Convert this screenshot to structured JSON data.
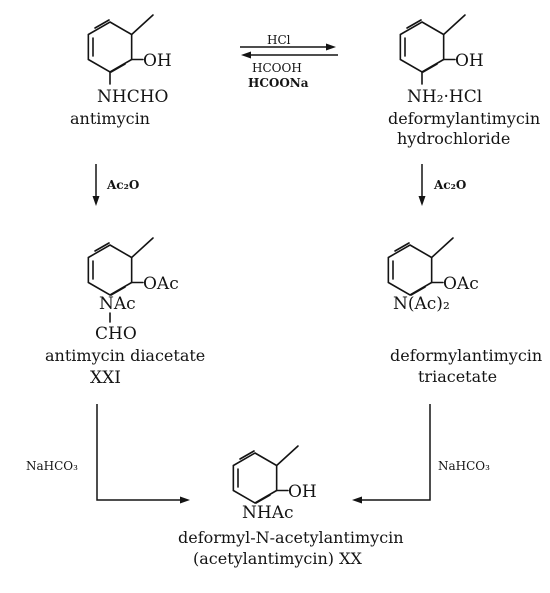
{
  "compounds": {
    "antimycin": {
      "oh": "OH",
      "n_group": "NHCHO",
      "name": "antimycin"
    },
    "hydrochloride": {
      "oh": "OH",
      "n_group": "NH₂·HCl",
      "name_line1": "deformylantimycin",
      "name_line2": "hydrochloride"
    },
    "diacetate": {
      "oac": "OAc",
      "n_group": "NAc",
      "cho": "CHO",
      "name_line1": "antimycin diacetate",
      "name_line2": "XXI"
    },
    "triacetate": {
      "oac": "OAc",
      "n_group": "N(Ac)₂",
      "name_line1": "deformylantimycin",
      "name_line2": "triacetate"
    },
    "acetylantimycin": {
      "oh": "OH",
      "n_group": "NHAc",
      "name_line1": "deformyl-N-acetylantimycin",
      "name_line2": "(acetylantimycin) XX"
    }
  },
  "reagents": {
    "forward": "HCl",
    "reverse_line1": "HCOOH",
    "reverse_line2": "HCOONa",
    "acetylation_left": "Ac₂O",
    "acetylation_right": "Ac₂O",
    "bicarb_left": "NaHCO₃",
    "bicarb_right": "NaHCO₃"
  }
}
